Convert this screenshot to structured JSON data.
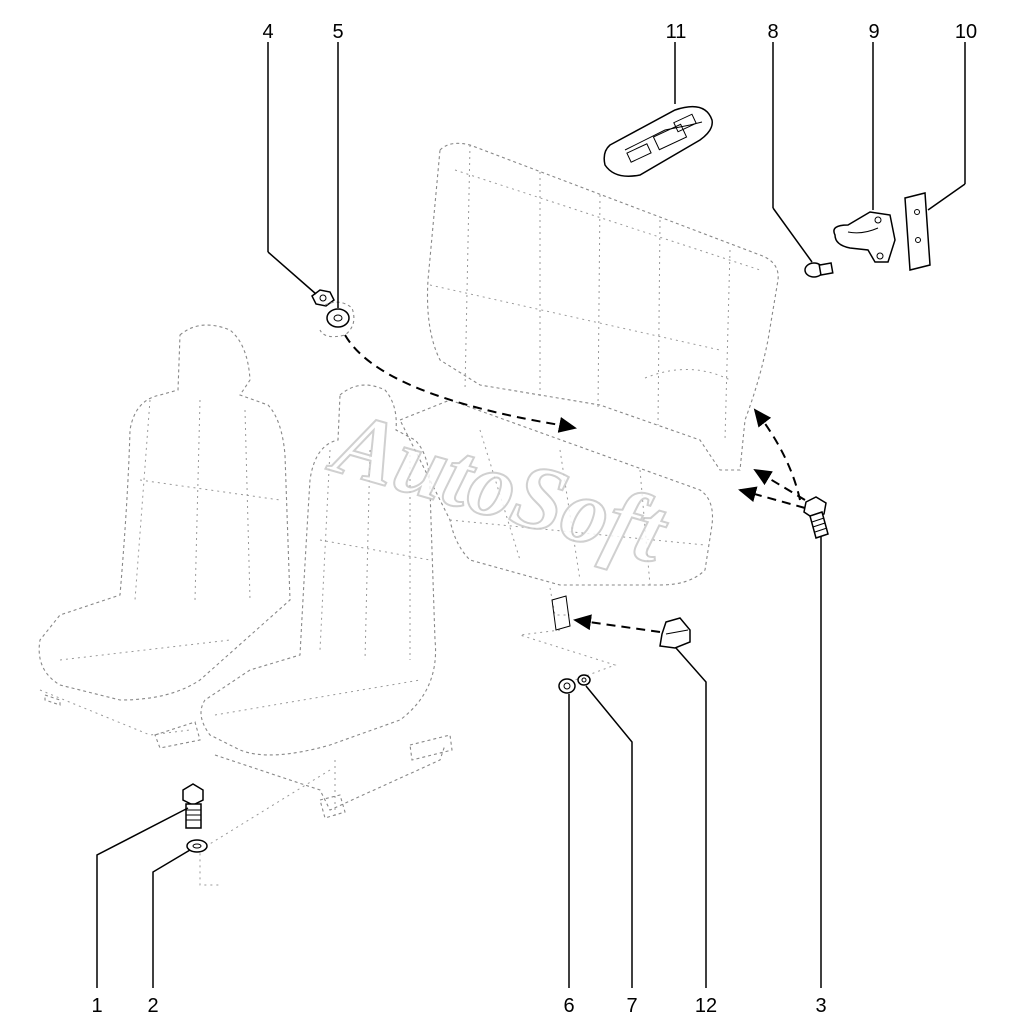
{
  "watermark": "AutoSoft",
  "callouts": [
    {
      "id": "1",
      "text": "1"
    },
    {
      "id": "2",
      "text": "2"
    },
    {
      "id": "3",
      "text": "3"
    },
    {
      "id": "4",
      "text": "4"
    },
    {
      "id": "5",
      "text": "5"
    },
    {
      "id": "6",
      "text": "6"
    },
    {
      "id": "7",
      "text": "7"
    },
    {
      "id": "8",
      "text": "8"
    },
    {
      "id": "9",
      "text": "9"
    },
    {
      "id": "10",
      "text": "10"
    },
    {
      "id": "11",
      "text": "11"
    },
    {
      "id": "12",
      "text": "12"
    }
  ]
}
